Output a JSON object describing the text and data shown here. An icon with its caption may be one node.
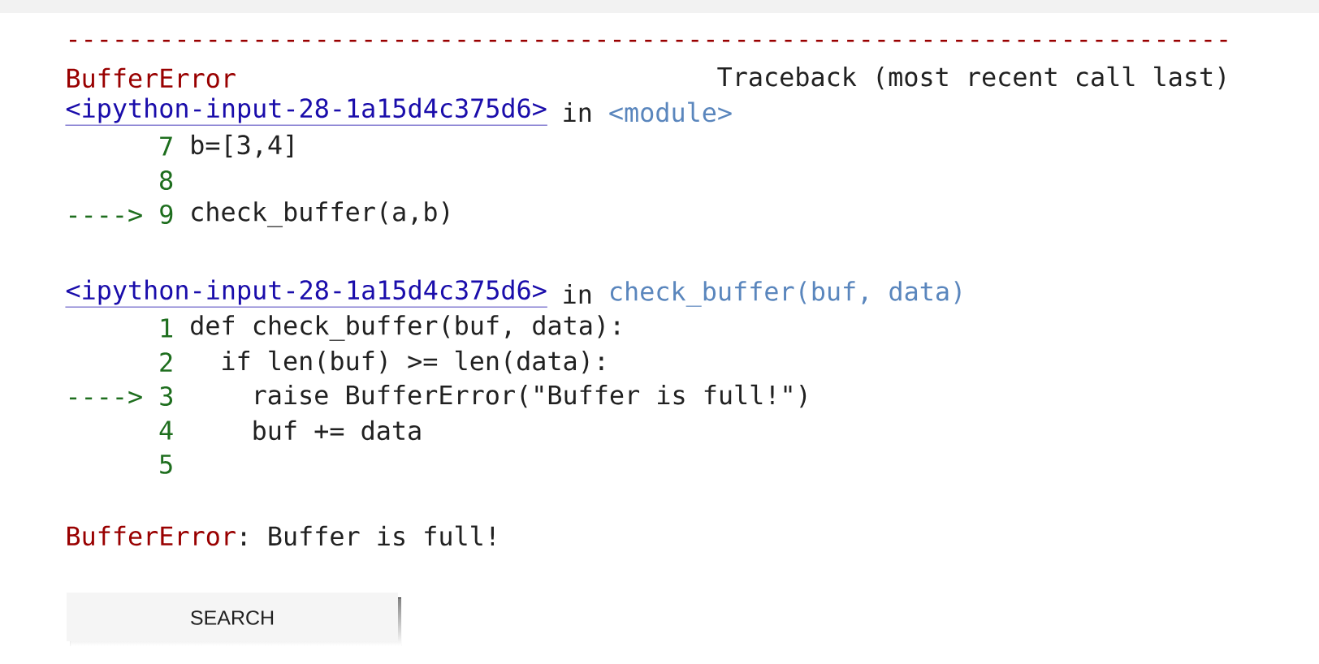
{
  "diagram": {
    "labels": [
      "---------------------------------------------------------------------------",
      "BufferError",
      "Traceback (most recent call last)",
      "<ipython-input-28-1a15d4c375d6>",
      "in",
      "<module>",
      "7",
      "b=[3,4]",
      "8",
      "----> 9",
      "check_buffer(a,b)",
      "<ipython-input-28-1a15d4c375d6>",
      "in",
      "check_buffer(buf, data)",
      "1",
      "def check_buffer(buf, data):",
      "2",
      "if len(buf) >= len(data):",
      "----> 3",
      "raise BufferError(\"Buffer is full!\")",
      "4",
      "buf += data",
      "5",
      "BufferError",
      ": Buffer is full!",
      "SEARCH"
    ]
  }
}
